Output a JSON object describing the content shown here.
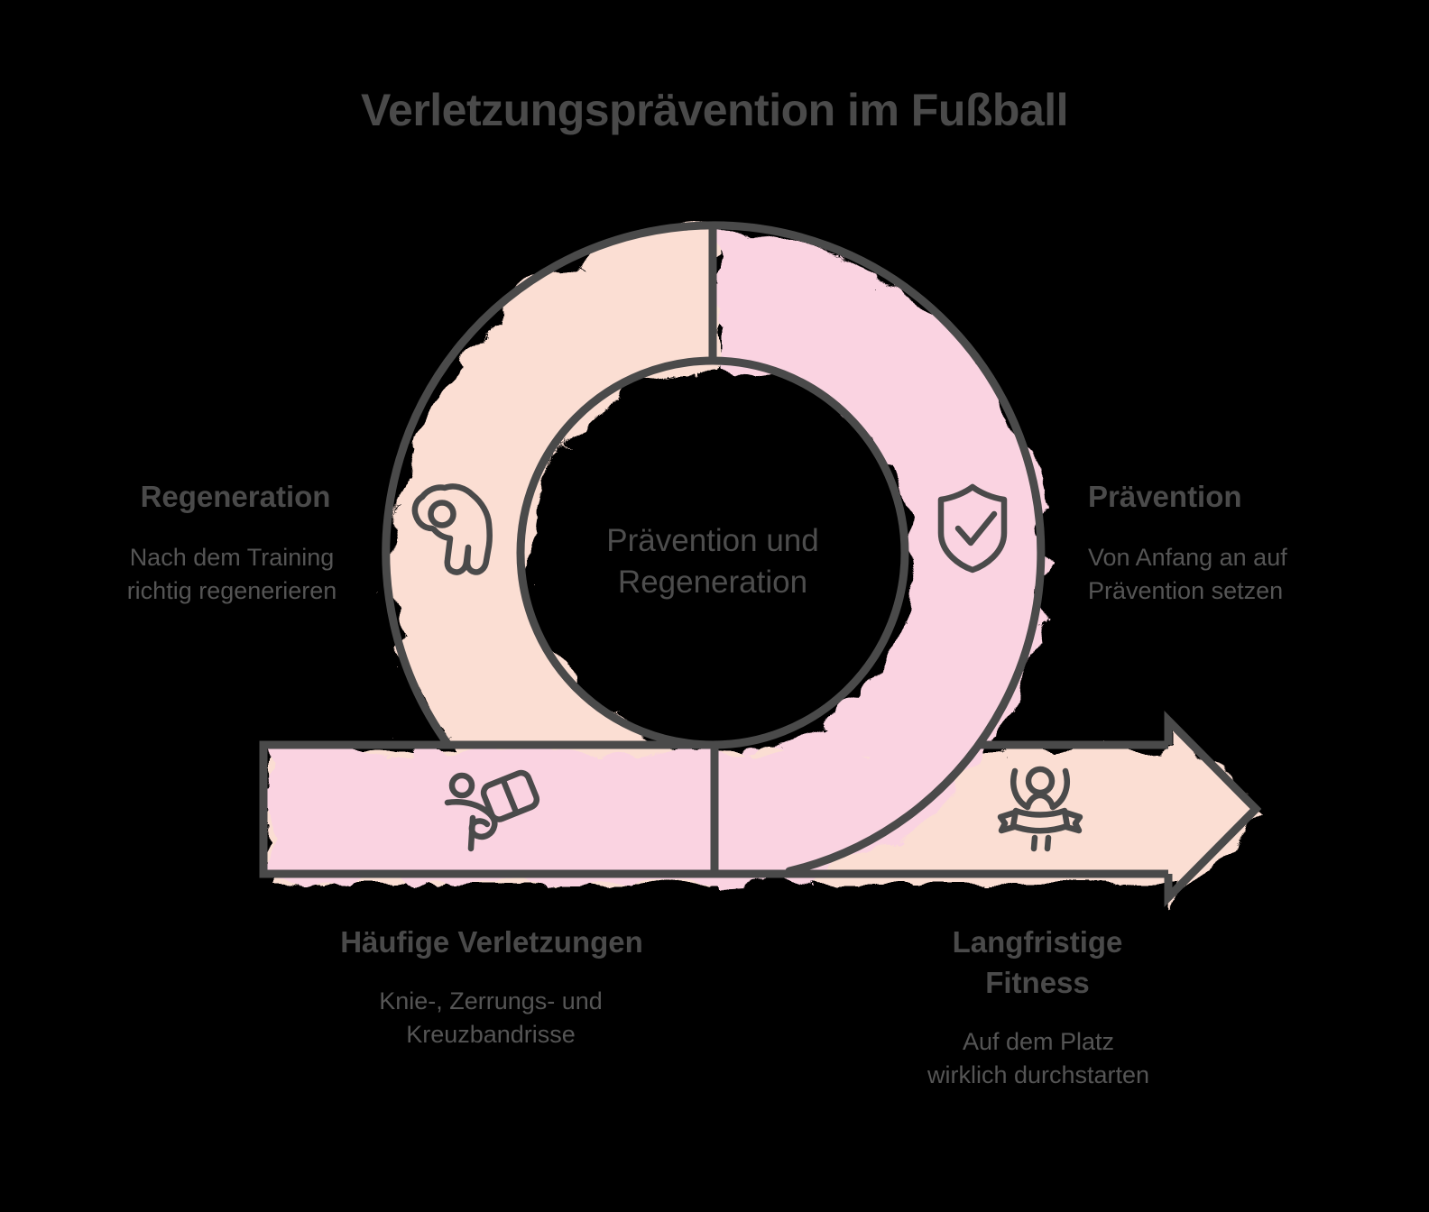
{
  "title": "Verletzungsprävention im Fußball",
  "center_label": {
    "lines": [
      "Prävention und",
      "Regeneration"
    ]
  },
  "sections": [
    {
      "id": "regeneration",
      "heading": "Regeneration",
      "body_lines": [
        "Nach dem Training",
        "richtig regenerieren"
      ],
      "icon": "ok-hand-icon",
      "segment_color": "#fbded3"
    },
    {
      "id": "praevention",
      "heading": "Prävention",
      "body_lines": [
        "Von Anfang an auf",
        "Prävention setzen"
      ],
      "icon": "shield-check-icon",
      "segment_color": "#fad3e1"
    },
    {
      "id": "haeufige-verletzungen",
      "heading": "Häufige Verletzungen",
      "body_lines": [
        "Knie-, Zerrungs- und",
        "Kreuzbandrisse"
      ],
      "icon": "running-person-icon",
      "segment_color": "#fad3e1"
    },
    {
      "id": "langfristige-fitness",
      "heading": "Langfristige Fitness",
      "body_lines": [
        "Auf dem Platz",
        "wirklich durchstarten"
      ],
      "icon": "winner-finish-icon",
      "segment_color": "#fbded3"
    }
  ],
  "colors": {
    "background": "#000000",
    "outline": "#4a4a4a",
    "peach": "#fbded3",
    "pink": "#fad3e1",
    "heading_text": "#4a4a4a",
    "body_text": "#555555"
  }
}
